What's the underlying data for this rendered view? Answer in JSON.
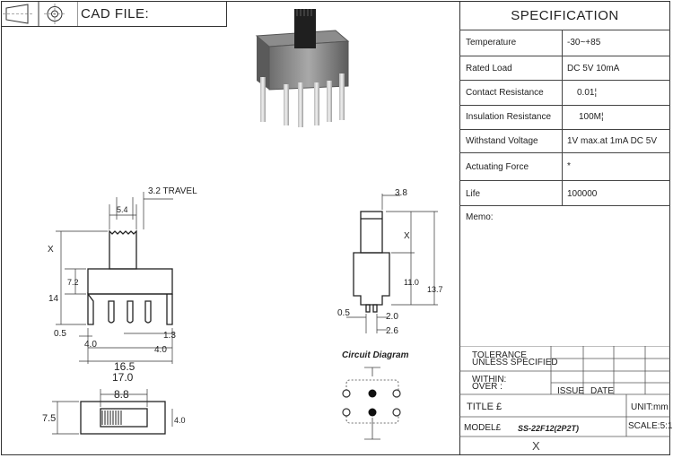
{
  "header": {
    "cad_label": "CAD FILE:"
  },
  "spec": {
    "title": "SPECIFICATION",
    "rows": [
      {
        "key": "Temperature",
        "value": "-30~+85"
      },
      {
        "key": "Rated Load",
        "value": "DC 5V 10mA"
      },
      {
        "key": "Contact Resistance",
        "value": "0.01¦"
      },
      {
        "key": "Insulation Resistance",
        "value": "100M¦"
      },
      {
        "key": "Withstand Voltage",
        "value": "1V max.at 1mA DC 5V"
      },
      {
        "key": "Actuating Force",
        "value": "*"
      },
      {
        "key": "Life",
        "value": "100000"
      }
    ],
    "memo_label": "Memo:"
  },
  "titleblock": {
    "tolerance_line1": "TOLERANCE",
    "tolerance_line2": "UNLESS SPECIFIED",
    "within_line1": "WITHIN:",
    "within_line2": "OVER :",
    "issue_label": "ISSUE",
    "date_label": "DATE",
    "title_label": "TITLE  £",
    "unit_label": "UNIT:mm",
    "model_label": "MODEL£",
    "model_value": "SS-22F12(2P2T)",
    "scale_label": "SCALE:5:1",
    "bottom_mark": "X"
  },
  "drawing": {
    "dims_front": {
      "travel": "3.2 TRAVEL",
      "knob_width": "5.4",
      "x_label": "X",
      "body_height": "7.2",
      "total_height": "14",
      "pin_offset": "0.5",
      "pin_pitch": "4.0",
      "pin_right": "1.3",
      "pin_right2": "4.0",
      "pcb_width": "16.5",
      "body_width": "17.0"
    },
    "dims_side": {
      "top": "3.8",
      "x_label": "X",
      "height1": "11.0",
      "height2": "13.7",
      "pin_left": "0.5",
      "pin_w": "2.0",
      "pin_w2": "2.6"
    },
    "dims_top": {
      "slot": "8.8",
      "depth": "7.5",
      "width": "4.0"
    },
    "circuit_title": "Circuit Diagram"
  }
}
